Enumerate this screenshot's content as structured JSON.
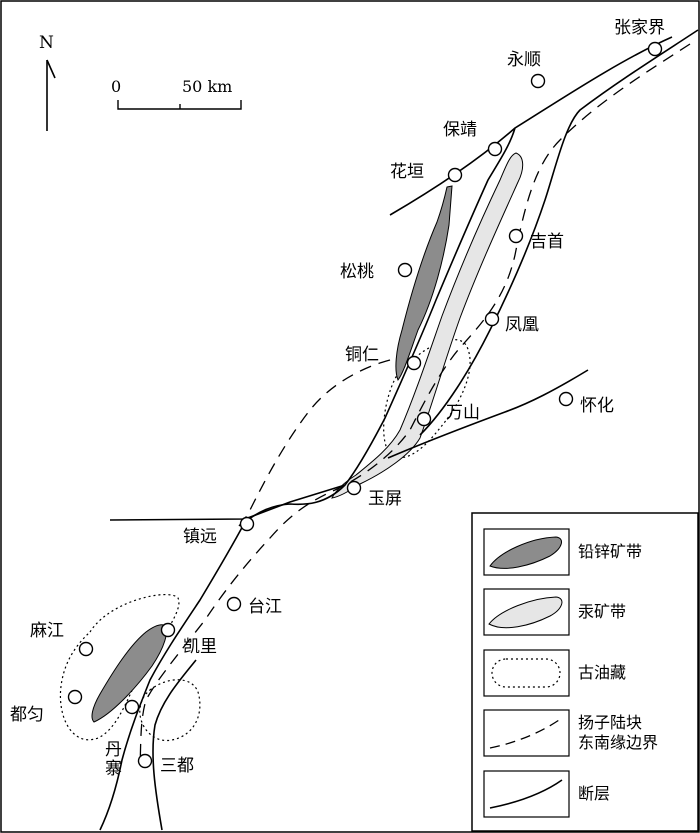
{
  "north": {
    "label": "N"
  },
  "scale": {
    "start_label": "0",
    "end_label": "50 km"
  },
  "cities": [
    {
      "id": "zhangjiajie",
      "name": "张家界"
    },
    {
      "id": "yongshun",
      "name": "永顺"
    },
    {
      "id": "baojing",
      "name": "保靖"
    },
    {
      "id": "huayuan",
      "name": "花垣"
    },
    {
      "id": "jishou",
      "name": "吉首"
    },
    {
      "id": "songtao",
      "name": "松桃"
    },
    {
      "id": "fenghuang",
      "name": "凤凰"
    },
    {
      "id": "tongren",
      "name": "铜仁"
    },
    {
      "id": "wanshan",
      "name": "万山"
    },
    {
      "id": "huaihua",
      "name": "怀化"
    },
    {
      "id": "yuping",
      "name": "玉屏"
    },
    {
      "id": "zhenyuan",
      "name": "镇远"
    },
    {
      "id": "taijiang",
      "name": "台江"
    },
    {
      "id": "majiang",
      "name": "麻江"
    },
    {
      "id": "kaili",
      "name": "凯里"
    },
    {
      "id": "duyun",
      "name": "都匀"
    },
    {
      "id": "danzhai",
      "name": "丹寨"
    },
    {
      "id": "sandu",
      "name": "三都"
    }
  ],
  "legend": {
    "lead_zinc": "铅锌矿带",
    "mercury": "汞矿带",
    "paleo_reservoir": "古油藏",
    "yangtze_boundary": "扬子陆块东南缘边界",
    "fault": "断层"
  },
  "colors": {
    "lead_zinc_fill": "#8c8c8c",
    "mercury_fill": "#e6e6e6",
    "line": "#000000"
  }
}
